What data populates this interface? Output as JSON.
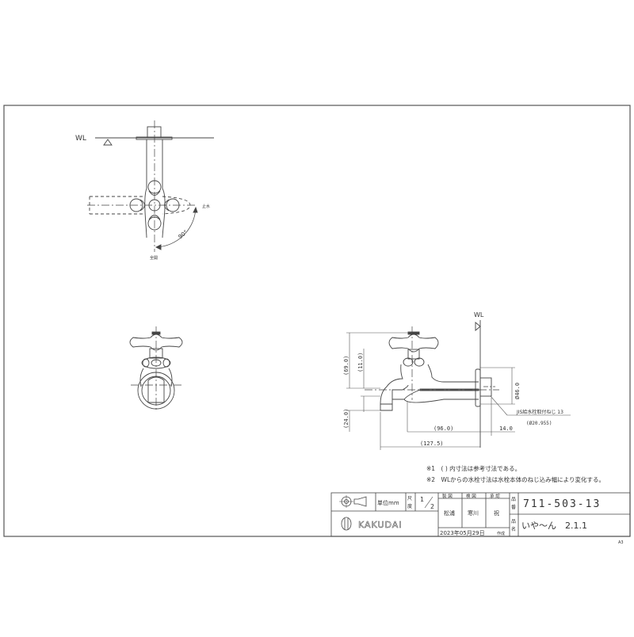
{
  "drawing": {
    "sheet_size": "A3",
    "top_view": {
      "water_level_label": "WL",
      "angle_label": "90°",
      "stop_label": "止水",
      "open_label": "全開"
    },
    "side_view": {
      "water_level_label": "WL",
      "dimensions": {
        "height_total": "(69.0)",
        "spout_drop": "(11.0)",
        "spout_below": "(24.0)",
        "body_length": "(96.0)",
        "overall_length": "(127.5)",
        "thread_length": "14.0",
        "flange_diameter": "Ø46.0"
      },
      "thread_callout": {
        "line1": "JIS給水栓取付ねじ 13",
        "line2": "(Ø20.955)"
      }
    },
    "notes": [
      "※1　( ) 内寸法は参考寸法である。",
      "※2　WLからの水栓寸法は水栓本体のねじ込み幅により変化する。"
    ]
  },
  "title_block": {
    "unit_label": "単位mm",
    "scale_label_1": "尺",
    "scale_label_2": "度",
    "scale_num": "1",
    "scale_den": "2",
    "company": "KAKUDAI",
    "headers": [
      "製 図",
      "検 図",
      "承 認"
    ],
    "names": [
      "松浦",
      "寒川",
      "祝"
    ],
    "date": "2023年05月29日",
    "date_suffix": "作成",
    "part_no_label_1": "品",
    "part_no_label_2": "番",
    "part_name_label_1": "品",
    "part_name_label_2": "名",
    "part_number": "711-503-13",
    "part_name": "いや～ん　2.1.1"
  }
}
